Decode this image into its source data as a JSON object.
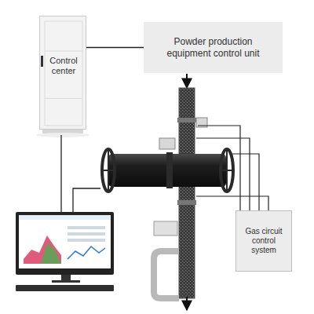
{
  "diagram": {
    "nodes": [
      {
        "text": [
          "Control center"
        ]
      },
      {
        "text": [
          "Powder production equipment control unit"
        ]
      },
      {
        "text": [
          "Gas circuit control system"
        ]
      }
    ],
    "edges": [
      {
        "from": 0,
        "to": 1,
        "arrow": "none"
      }
    ]
  }
}
